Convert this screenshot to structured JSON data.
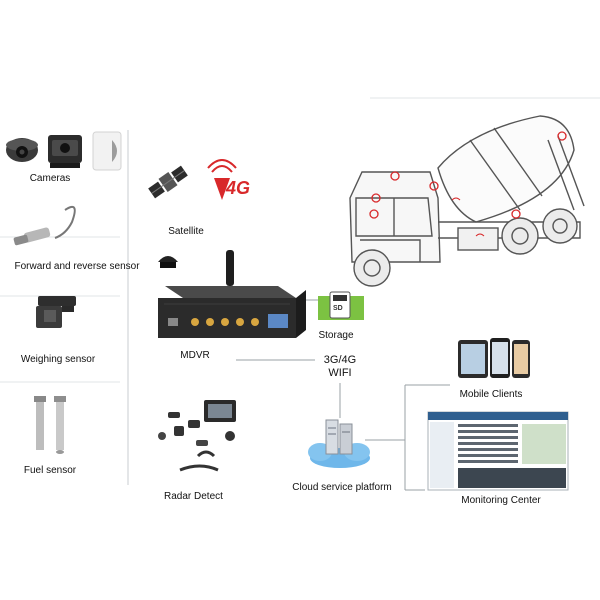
{
  "sensors": {
    "cameras": "Cameras",
    "forward_reverse": "Forward and reverse sensor",
    "weighing": "Weighing sensor",
    "fuel": "Fuel sensor"
  },
  "center": {
    "satellite": "Satellite",
    "mdvr": "MDVR",
    "radar": "Radar Detect",
    "storage": "Storage",
    "network_line1": "3G/4G",
    "network_line2": "WIFI",
    "cloud": "Cloud service platform",
    "fourg_badge": "4G",
    "sd_label": "SD"
  },
  "right": {
    "mobile": "Mobile Clients",
    "monitoring": "Monitoring Center"
  },
  "colors": {
    "accent_red": "#d8282a",
    "storage_green": "#7cc242",
    "line_gray": "#9aa0a6",
    "device_dark": "#2b2b2b"
  }
}
